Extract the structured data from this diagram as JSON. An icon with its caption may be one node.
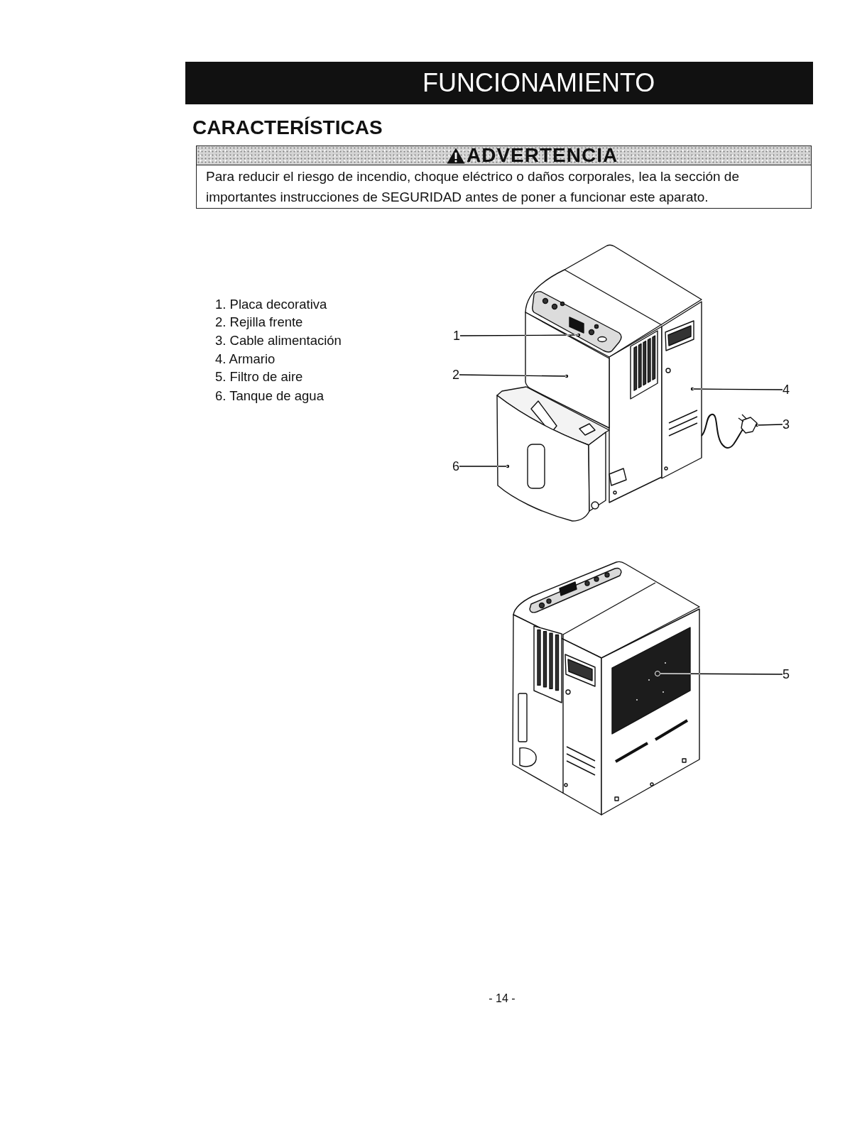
{
  "diagram": {
    "title": "FUNCIONAMIENTO",
    "nodes": [
      {
        "text": [
          "ADVERTENCIA",
          "Para reducir el riesgo de incendio, choque eléctrico o daños corporales, lea la sección de importantes instrucciones de SEGURIDAD antes de poner a funcionar este aparato."
        ]
      },
      {
        "text": [
          "1"
        ]
      },
      {
        "text": [
          "2"
        ]
      },
      {
        "text": [
          "4"
        ]
      },
      {
        "text": [
          "3"
        ]
      },
      {
        "text": [
          "6"
        ]
      },
      {
        "text": [
          "5"
        ]
      },
      {
        "text": [],
        "shape": "picture"
      },
      {
        "text": [],
        "shape": "picture"
      },
      {
        "text": [],
        "shape": "picture"
      },
      {
        "text": [],
        "shape": "picture"
      },
      {
        "text": [],
        "shape": "picture"
      },
      {
        "text": [],
        "shape": "picture"
      }
    ],
    "edges": [
      {
        "from": 1,
        "to": 7,
        "arrow": "none"
      },
      {
        "from": 2,
        "to": 8,
        "arrow": "none"
      },
      {
        "from": 3,
        "to": 9,
        "arrow": "none"
      },
      {
        "from": 4,
        "to": 10,
        "arrow": "none"
      },
      {
        "from": 5,
        "to": 11,
        "arrow": "none"
      },
      {
        "from": 6,
        "to": 12,
        "arrow": "none"
      }
    ],
    "labels": [
      "CARACTERÍSTICAS",
      "1. Placa decorativa",
      "2. Rejilla frente",
      "3. Cable alimentación",
      "4. Armario",
      "5. Filtro de aire",
      "6. Tanque de agua",
      "- 14 -"
    ]
  }
}
